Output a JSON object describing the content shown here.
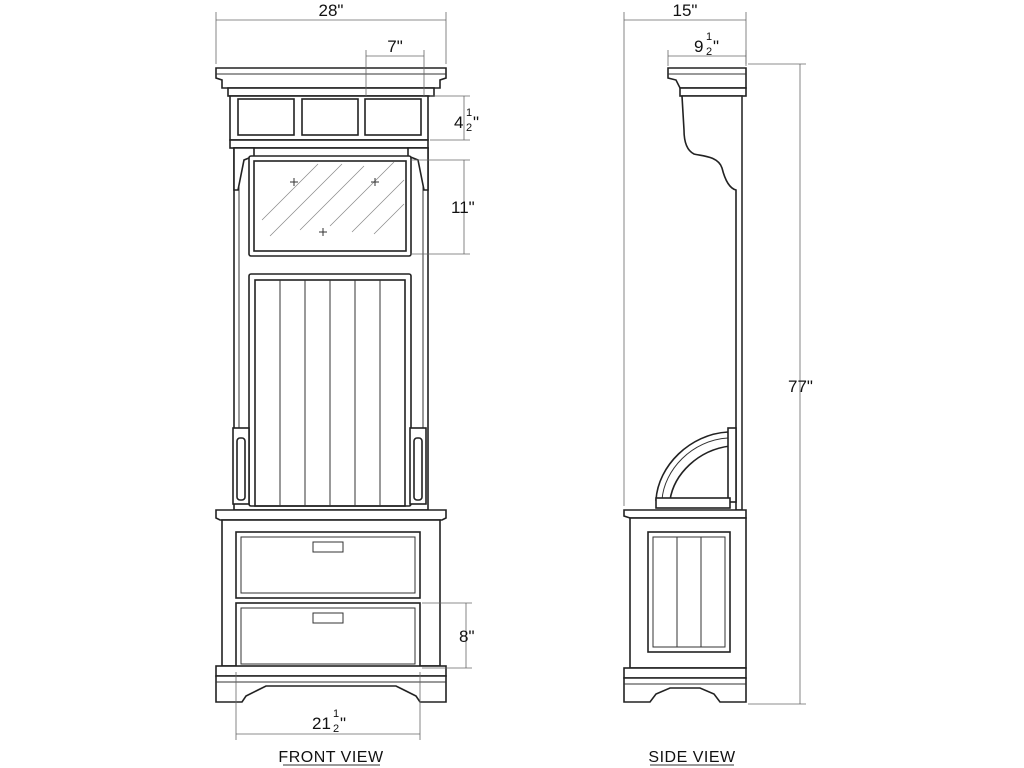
{
  "views": {
    "front": {
      "label": "FRONT VIEW"
    },
    "side": {
      "label": "SIDE VIEW"
    }
  },
  "dimensions": {
    "front_width": "28\"",
    "crown_inset": "7\"",
    "transom_height": {
      "whole": "4",
      "frac_num": "1",
      "frac_den": "2",
      "suffix": "\""
    },
    "mirror_height": "11\"",
    "drawer_height": "8\"",
    "base_width": {
      "whole": "21",
      "frac_num": "1",
      "frac_den": "2",
      "suffix": "\""
    },
    "side_depth": "15\"",
    "upper_depth": {
      "whole": "9",
      "frac_num": "1",
      "frac_den": "2",
      "suffix": "\""
    },
    "overall_height": "77\""
  }
}
